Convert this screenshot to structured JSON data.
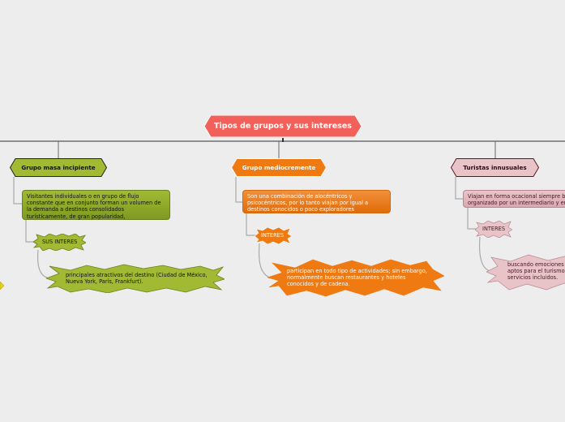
{
  "root": {
    "title": "Tipos de grupos y sus intereses",
    "color": "#f26059"
  },
  "branches": [
    {
      "title": "Grupo masa incipiente",
      "color": "#8ea82a",
      "description": "Visitantes individuales o en grupo de flujo constante que en conjunto forman un volumen de la demanda a destinos consolidados turísticamente, de gran popularidad,",
      "interest_label": "SUS INTERES",
      "interest_detail": "principales atractivos del destino (Ciudad de México, Nueva York, París, Frankfurt)."
    },
    {
      "title": "Grupo mediocremente",
      "color": "#f07a12",
      "description": "Son una combinación de alocéntricos y psicocéntricos, por lo tanto viajan por igual a destinos conocidos o poco exploradores",
      "interest_label": "INTERES",
      "interest_detail": "participan en todo tipo de actividades; sin embargo, normalmente buscan restaurantes y hoteles conocidos y de cadena."
    },
    {
      "title": "Turistas innusuales",
      "color": "#e8c4c8",
      "description": "Viajan en forma ocacional siempre ba organizado por un intermediario y en",
      "interest_label": "INTERES",
      "interest_detail": "buscando emociones aptos para el turismo servicios incluidos."
    }
  ]
}
